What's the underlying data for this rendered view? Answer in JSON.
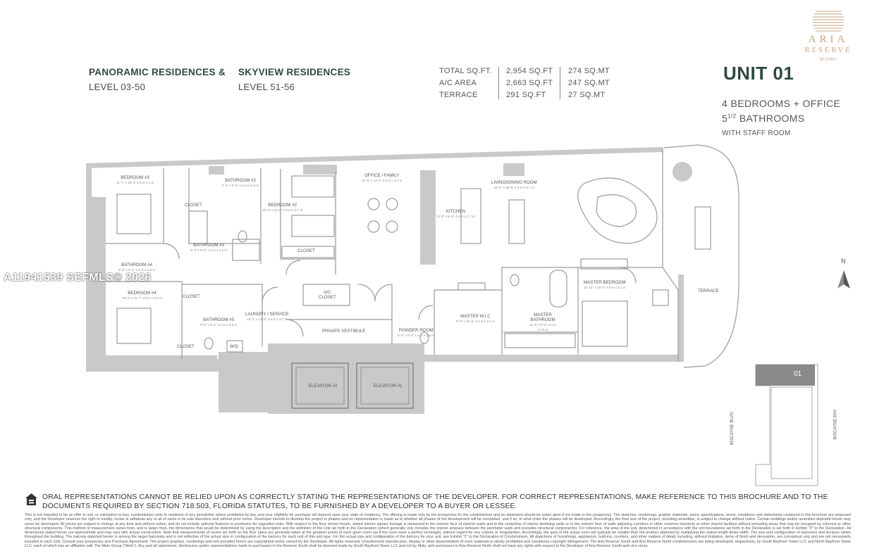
{
  "brand": {
    "name": "ARIA",
    "line2": "RESERVE",
    "city": "MIAMI"
  },
  "headings": {
    "collection_a": "PANORAMIC RESIDENCES",
    "amp": "&",
    "collection_b": "SKYVIEW RESIDENCES",
    "level_a": "LEVEL 03-50",
    "level_b": "LEVEL 51-56"
  },
  "areas": [
    {
      "label": "TOTAL SQ.FT.",
      "sqft": "2,954 SQ.FT",
      "sqmt": "274 SQ.MT"
    },
    {
      "label": "A/C AREA",
      "sqft": "2,663 SQ.FT",
      "sqmt": "247 SQ.MT"
    },
    {
      "label": "TERRACE",
      "sqft": "291 SQ.FT",
      "sqmt": "27 SQ.MT"
    }
  ],
  "unit": {
    "title": "UNIT 01",
    "bedrooms": "4 BEDROOMS + OFFICE",
    "bath_base": "5",
    "bath_sup": "1/2",
    "bath_word": "BATHROOMS",
    "staff": "WITH STAFF ROOM"
  },
  "rooms": {
    "bedroom3": {
      "name": "BEDROOM #3",
      "dim": "11'-1\" x 13'-0\"  3.4 m x 4 m"
    },
    "bathroom2": {
      "name": "BATHROOM #2",
      "dim": "5'-4\" x 9'-6\"  1.6 m x 2.9 m"
    },
    "bedroom2": {
      "name": "BEDROOM #2",
      "dim": "10'-4\" x 12'-6\"  3.2 m x 3.7 m"
    },
    "office": {
      "name": "OFFICE / FAMILY",
      "dim": "10'-6\" x 12'-4\"  3.3 m x 3.7 m"
    },
    "living": {
      "name": "LIVING/DINING ROOM",
      "dim": "15'-9\" x 28'-9\"  4.4 m x 8.7 m"
    },
    "kitchen": {
      "name": "KITCHEN",
      "dim": "14'-6\" x 8'-9\"  4.4 m x 2.7 m"
    },
    "closet1": {
      "name": "CLOSET"
    },
    "closet2": {
      "name": "CLOSET"
    },
    "closet3": {
      "name": "CLOSET"
    },
    "closet4": {
      "name": "CLOSET"
    },
    "bathroom3": {
      "name": "BATHROOM #3",
      "dim": "5'-3\" x 6'-5\"  1.6 m x 2.2 m"
    },
    "bathroom4": {
      "name": "BATHROOM #4",
      "dim": "5'-3\" x 8'-4\"  1.6 m x 2.6 m"
    },
    "bedroom4": {
      "name": "BEDROOM #4",
      "dim": "10'-2\" x 11'-7\"  3.0 m x 3.5 m"
    },
    "bathroom5": {
      "name": "BATHROOM #5",
      "dim": "6'-6\" x 8'-4\"  1.9 m x 2.6 m"
    },
    "laundry": {
      "name": "LAUNDRY / SERVICE",
      "dim": "10'-2\" x 12'-9\"  3.0 m x 3.7 m"
    },
    "ac_closet": {
      "name": "A/C\nCLOSET"
    },
    "vestibule": {
      "name": "PRIVATE VESTIBULE"
    },
    "powder": {
      "name": "POWDER ROOM",
      "dim": "5'-2\" x 6'-0\"  1.6 m x 1.9 m"
    },
    "master_wic": {
      "name": "MASTER W.I.C",
      "dim": "8'-0\" x 10'-2\"  2.4 m x 3.1 m"
    },
    "master_bath": {
      "name": "MASTER BATHROOM",
      "dim": "11'-4\" x 8'-5\"  3.4 m x 2.6 m"
    },
    "master_bed": {
      "name": "MASTER BEDROOM",
      "dim": "11'-10\" x 16'-9\"  3.6 m x 5.1 m"
    },
    "terrace": {
      "name": "TERRACE"
    },
    "wd": {
      "name": "W/D"
    },
    "elevator2": {
      "name": "ELEVATOR #2"
    },
    "elevator1": {
      "name": "ELEVATOR #1"
    }
  },
  "keyplan": {
    "unit": "01",
    "street_left": "BISCAYNE BLVD.",
    "street_right": "BISCAYNE BAY"
  },
  "compass": {
    "label": "N"
  },
  "watermark": "A11941539  SEFMLS© 2026",
  "disclaimer_main": "ORAL REPRESENTATIONS CANNOT BE RELIED UPON AS CORRECTLY STATING THE REPRESENTATIONS OF THE DEVELOPER. FOR CORRECT REPRESENTATIONS, MAKE REFERENCE TO THIS BROCHURE AND TO THE DOCUMENTS REQUIRED BY SECTION 718.503, FLORIDA STATUTES, TO BE FURNISHED BY A DEVELOPER TO A BUYER OR LESSEE.",
  "disclaimer_fine": "This is not intended to be an offer to sell, or solicitation to buy, condominium units to residents of any jurisdiction where prohibited by law, and your eligibility for purchase will depend upon your state of residency. The offering is made only by the prospectus for the condominium and no statement should be relied upon if not made in the prospectus. The sketches, renderings, graphic materials, plans, specifications, terms, conditions and statements contained in this brochure are proposed only, and the Developer reserves the right to modify, revise or withdraw any or all of same in its sole discretion and without prior notice. Developer intends to develop the project in phases and no representation is made as to whether all phases of the development will be completed, and if so, in what order the phases will be developed. Accordingly, the final size of the project, including amenities, is subject to change without notice. Certain buildings and/or amenities depicted herein may never be developed. All prices are subject to change at any time and without notice, and do not include optional features or premiums for upgraded units. With respect to the floor shown herein, stated interior square footage is measured to the exterior face of exterior walls and to the centerline of interior demising walls or to the exterior face of walls adjoining corridors or other common elements or other shared facilities without excluding areas that may be occupied by columns or other structural components. This method of measurement varies from, and is larger than, the dimensions that would be determined by using the description and the definition of the Unit set forth in the Declaration (which generally only includes the interior airspace between the perimeter walls and excludes structural components). For reference, the area of the unit, determined in accordance with the unit boundaries set forth in the Declaration is set forth in Exhibit \"3\" to the Declaration. All dimensions stated herein are approximate and may vary with actual construction. Note that measurements of rooms set forth on the floor plans are generally taken at the greatest points of each given room (as if the room were a perfect rectangle), without regard for any cutouts or irregularities. Accordingly, the area of the actual room will typically be smaller than the product obtained by multiplying the stated length times width. The size and configuration of balconies and terraces varies throughout the building. The balcony depicted herein is among the larger balconies and is not reflective of the actual size or configuration of the balcony for each unit of this unit type. For the actual size and configuration of the balcony for your unit, see Exhibit \"2\" to the Declaration of Condominium. All depictions of furnishings, appliances, built-ins, counters, and other matters of detail, including, without limitation, items of finish and decoration, are conceptual only and are not necessarily included in each Unit. Consult your prospectus and Purchase Agreement. The project graphics, renderings and text provided herein are copyrighted works owned by the Developer. All rights reserved. Unauthorized reproduction, display or other dissemination of such materials is strictly prohibited and constitutes copyright infringement. The Aria Reserve South and Aria Reserve North condominiums are being developed, respectively, by South Bayfront Tower LLC and North Bayfront Tower LLC, each of which has an affiliation with The Melo Group (\"Melo\"). Any and all statements, disclosures and/or representations made to purchasers in the Reserve South shall be deemed made by South Bayfront Tower LLC and not by Melo, and purchasers in Aria Reserve North shall not have any rights with respect to the Developer of Aria Reserve South and vice versa."
}
